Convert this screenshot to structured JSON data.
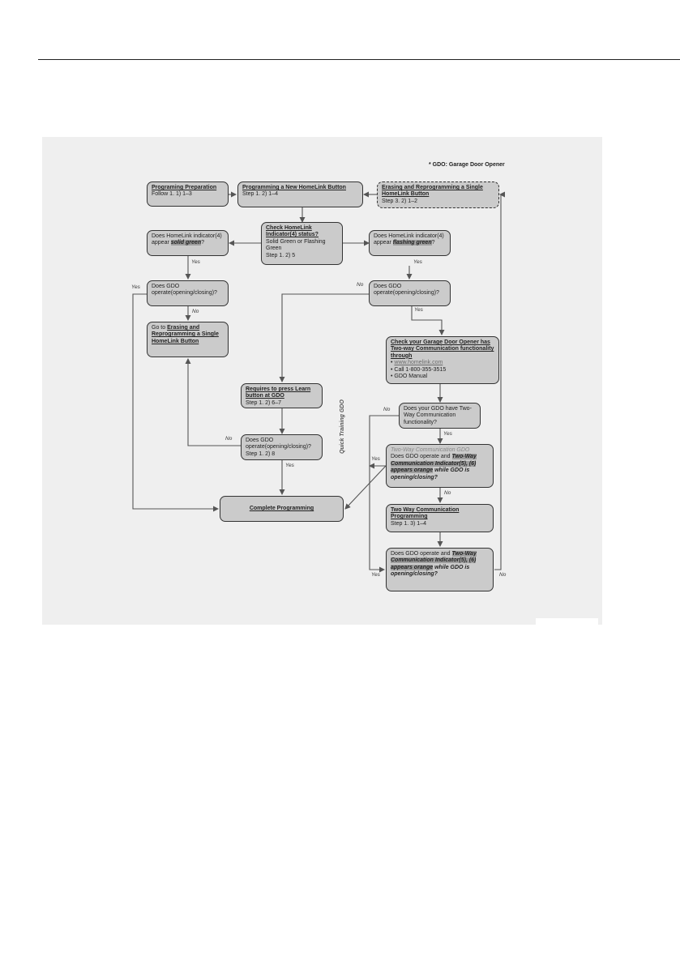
{
  "note": "* GDO: Garage Door Opener",
  "boxes": {
    "prep": {
      "title": "Programing Preparation",
      "line": "Follow 1. 1) 1–3"
    },
    "new_button": {
      "title": "Programming a New HomeLink Button",
      "line": "Step 1. 2) 1–4"
    },
    "erase_single": {
      "title": "Erasing and Reprogramming a Single HomeLink Button",
      "line": "Step 3. 2) 1–2"
    },
    "check_indicator": {
      "title": "Check HomeLink Indicator(4) status?",
      "lines": [
        "Solid Green or Flashing Green",
        "Step 1. 2) 5"
      ]
    },
    "solid_green": {
      "pre": "Does HomeLink indicator(4) appear ",
      "emph": "solid green",
      "post": "?"
    },
    "flashing_green": {
      "pre": "Does HomeLink indicator(4) appear ",
      "emph": "flashing green",
      "post": "?"
    },
    "gdo_left": {
      "text": "Does GDO operate(opening/closing)?"
    },
    "goto_erase": {
      "pre": "Go to ",
      "link": "Erasing and Reprogramming a Single HomeLink Button"
    },
    "gdo_right": {
      "text": "Does GDO operate(opening/closing)?"
    },
    "check_two_way": {
      "title": "Check your Garage Door Opener has Two-way Communication functionality through",
      "items": [
        "www.homelink.com",
        "Call 1-800-355-3515",
        "GDO Manual"
      ]
    },
    "learn_button": {
      "title": "Requires to press Learn button at GDO",
      "line": "Step 1. 2) 6–7"
    },
    "gdo_mid": {
      "text": "Does GDO operate(opening/closing)?",
      "line": "Step 1. 2) 8"
    },
    "have_two_way": {
      "text": "Does your GDO have Two-Way Communication functionality?"
    },
    "two_way_gdo": {
      "heading": "Two-Way Communication GDO",
      "pre": "Does GDO operate and ",
      "emph": "Two-Way Communication Indicator(5), (6) appears orange",
      "post": " while GDO is opening/closing?"
    },
    "complete": {
      "title": "Complete Programming"
    },
    "two_way_prog": {
      "title": "Two Way Communication Programming",
      "line": "Step 1. 3) 1–4"
    },
    "final_check": {
      "pre": "Does GDO operate and ",
      "emph": "Two-Way Communication Indicator(5), (6) appears orange",
      "post": " while GDO is opening/closing?"
    }
  },
  "labels": {
    "yes_solid": "Yes",
    "yes_flash": "Yes",
    "yes_left": "Yes",
    "no_left": "No",
    "no_right": "No",
    "yes_right": "Yes",
    "no_mid": "No",
    "yes_mid": "Yes",
    "no_two_way": "No",
    "yes_two_way": "Yes",
    "yes_quick": "Yes",
    "no_two_way_gdo": "No",
    "yes_final": "Yes",
    "no_final": "No"
  },
  "side_label": "Quick Training GDO",
  "colors": {
    "panel": "#efefef",
    "box_fill": "#cbcbcb",
    "line": "#555555"
  }
}
